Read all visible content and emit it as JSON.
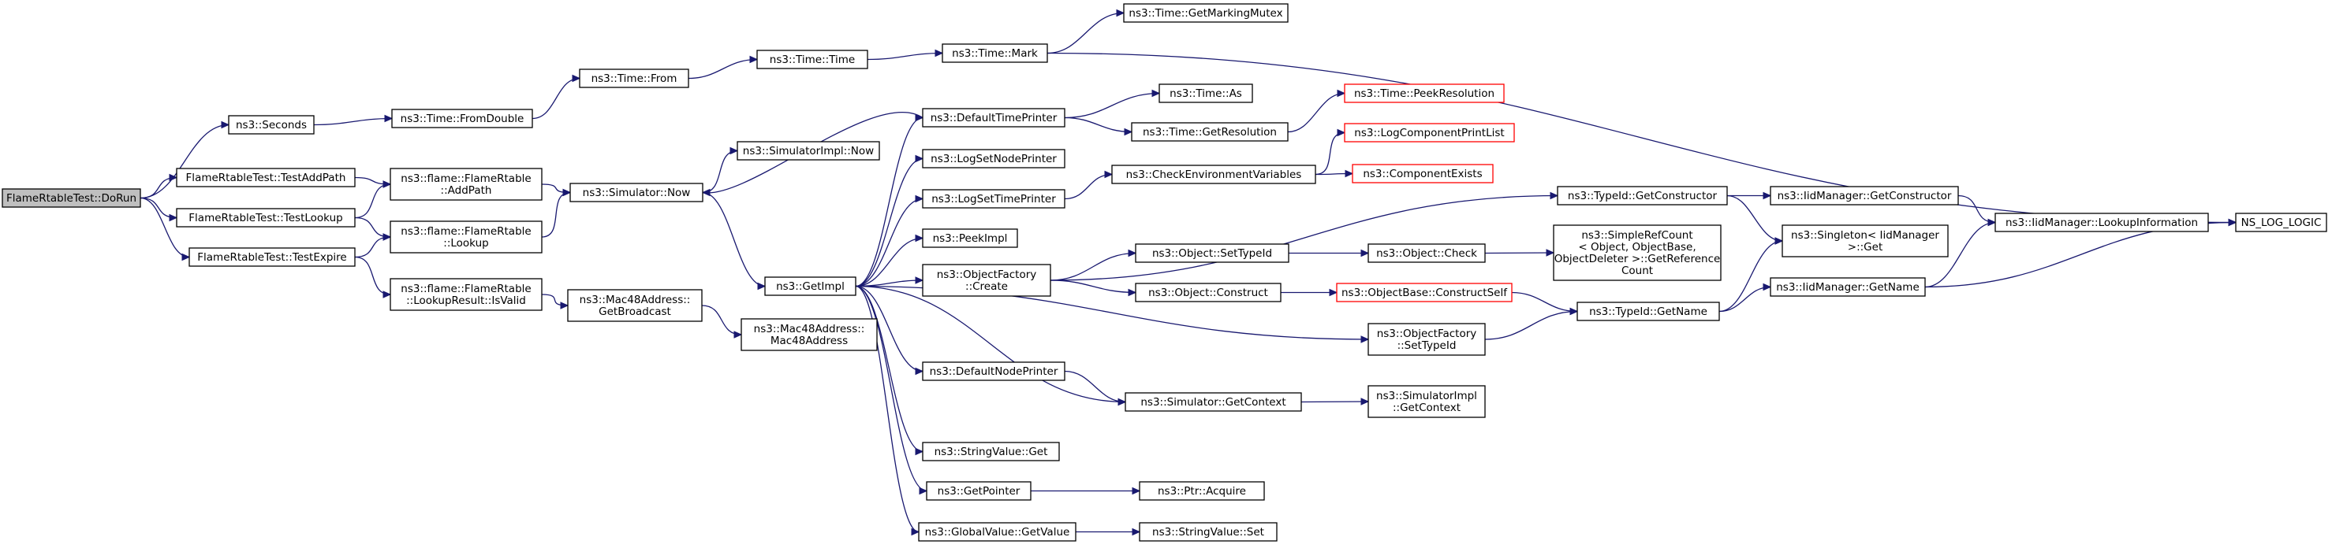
{
  "diagram": {
    "type": "call-graph",
    "colors": {
      "edge": "#191970",
      "node_border": "#000000",
      "truncated_border": "#ff0000",
      "root_fill": "#bfbfbf",
      "node_fill": "#ffffff"
    },
    "nodes": [
      {
        "id": "dorun",
        "lines": [
          "FlameRtableTest::DoRun"
        ],
        "root": true
      },
      {
        "id": "seconds",
        "lines": [
          "ns3::Seconds"
        ]
      },
      {
        "id": "testaddpath",
        "lines": [
          "FlameRtableTest::TestAddPath"
        ]
      },
      {
        "id": "testlookup",
        "lines": [
          "FlameRtableTest::TestLookup"
        ]
      },
      {
        "id": "testexpire",
        "lines": [
          "FlameRtableTest::TestExpire"
        ]
      },
      {
        "id": "fromdouble",
        "lines": [
          "ns3::Time::FromDouble"
        ]
      },
      {
        "id": "addpath",
        "lines": [
          "ns3::flame::FlameRtable",
          "::AddPath"
        ]
      },
      {
        "id": "lookup",
        "lines": [
          "ns3::flame::FlameRtable",
          "::Lookup"
        ]
      },
      {
        "id": "isvalid",
        "lines": [
          "ns3::flame::FlameRtable",
          "::LookupResult::IsValid"
        ]
      },
      {
        "id": "from",
        "lines": [
          "ns3::Time::From"
        ]
      },
      {
        "id": "simnow",
        "lines": [
          "ns3::Simulator::Now"
        ]
      },
      {
        "id": "getbroadcast",
        "lines": [
          "ns3::Mac48Address::",
          "GetBroadcast"
        ]
      },
      {
        "id": "time",
        "lines": [
          "ns3::Time::Time"
        ]
      },
      {
        "id": "simimplnow",
        "lines": [
          "ns3::SimulatorImpl::Now"
        ]
      },
      {
        "id": "getimpl",
        "lines": [
          "ns3::GetImpl"
        ]
      },
      {
        "id": "mac48",
        "lines": [
          "ns3::Mac48Address::",
          "Mac48Address"
        ]
      },
      {
        "id": "mark",
        "lines": [
          "ns3::Time::Mark"
        ]
      },
      {
        "id": "deftimeprinter",
        "lines": [
          "ns3::DefaultTimePrinter"
        ]
      },
      {
        "id": "logsetnodeprinter",
        "lines": [
          "ns3::LogSetNodePrinter"
        ]
      },
      {
        "id": "logsettimeprinter",
        "lines": [
          "ns3::LogSetTimePrinter"
        ]
      },
      {
        "id": "peekimpl",
        "lines": [
          "ns3::PeekImpl"
        ]
      },
      {
        "id": "objfactorycreate",
        "lines": [
          "ns3::ObjectFactory",
          "::Create"
        ]
      },
      {
        "id": "defnodeprinter",
        "lines": [
          "ns3::DefaultNodePrinter"
        ]
      },
      {
        "id": "stringvalueget",
        "lines": [
          "ns3::StringValue::Get"
        ]
      },
      {
        "id": "getpointer",
        "lines": [
          "ns3::GetPointer"
        ]
      },
      {
        "id": "globalgetvalue",
        "lines": [
          "ns3::GlobalValue::GetValue"
        ]
      },
      {
        "id": "getmarkingmutex",
        "lines": [
          "ns3::Time::GetMarkingMutex"
        ]
      },
      {
        "id": "timeas",
        "lines": [
          "ns3::Time::As"
        ]
      },
      {
        "id": "getresolution",
        "lines": [
          "ns3::Time::GetResolution"
        ]
      },
      {
        "id": "checkenv",
        "lines": [
          "ns3::CheckEnvironmentVariables"
        ]
      },
      {
        "id": "objsettypeid",
        "lines": [
          "ns3::Object::SetTypeId"
        ]
      },
      {
        "id": "objconstruct",
        "lines": [
          "ns3::Object::Construct"
        ]
      },
      {
        "id": "ofsettypeid",
        "lines": [
          "ns3::ObjectFactory",
          "::SetTypeId"
        ]
      },
      {
        "id": "simgetcontext",
        "lines": [
          "ns3::Simulator::GetContext"
        ]
      },
      {
        "id": "ptracquire",
        "lines": [
          "ns3::Ptr::Acquire"
        ]
      },
      {
        "id": "stringvalueset",
        "lines": [
          "ns3::StringValue::Set"
        ]
      },
      {
        "id": "peekresolution",
        "lines": [
          "ns3::Time::PeekResolution"
        ],
        "truncated": true
      },
      {
        "id": "logcomplist",
        "lines": [
          "ns3::LogComponentPrintList"
        ],
        "truncated": true
      },
      {
        "id": "compexists",
        "lines": [
          "ns3::ComponentExists"
        ],
        "truncated": true
      },
      {
        "id": "objcheck",
        "lines": [
          "ns3::Object::Check"
        ]
      },
      {
        "id": "constructself",
        "lines": [
          "ns3::ObjectBase::ConstructSelf"
        ],
        "truncated": true
      },
      {
        "id": "simimplgetcontext",
        "lines": [
          "ns3::SimulatorImpl",
          "::GetContext"
        ]
      },
      {
        "id": "typeidgetconstructor",
        "lines": [
          "ns3::TypeId::GetConstructor"
        ]
      },
      {
        "id": "simplerefcount",
        "lines": [
          "ns3::SimpleRefCount",
          "< Object, ObjectBase,",
          "ObjectDeleter >::GetReference",
          "Count"
        ]
      },
      {
        "id": "typeidgetname",
        "lines": [
          "ns3::TypeId::GetName"
        ]
      },
      {
        "id": "iidgetconstructor",
        "lines": [
          "ns3::IidManager::GetConstructor"
        ]
      },
      {
        "id": "singletonget",
        "lines": [
          "ns3::Singleton< IidManager",
          ">::Get"
        ]
      },
      {
        "id": "iidgetname",
        "lines": [
          "ns3::IidManager::GetName"
        ]
      },
      {
        "id": "lookupinfo",
        "lines": [
          "ns3::IidManager::LookupInformation"
        ]
      },
      {
        "id": "nslog",
        "lines": [
          "NS_LOG_LOGIC"
        ]
      }
    ]
  }
}
